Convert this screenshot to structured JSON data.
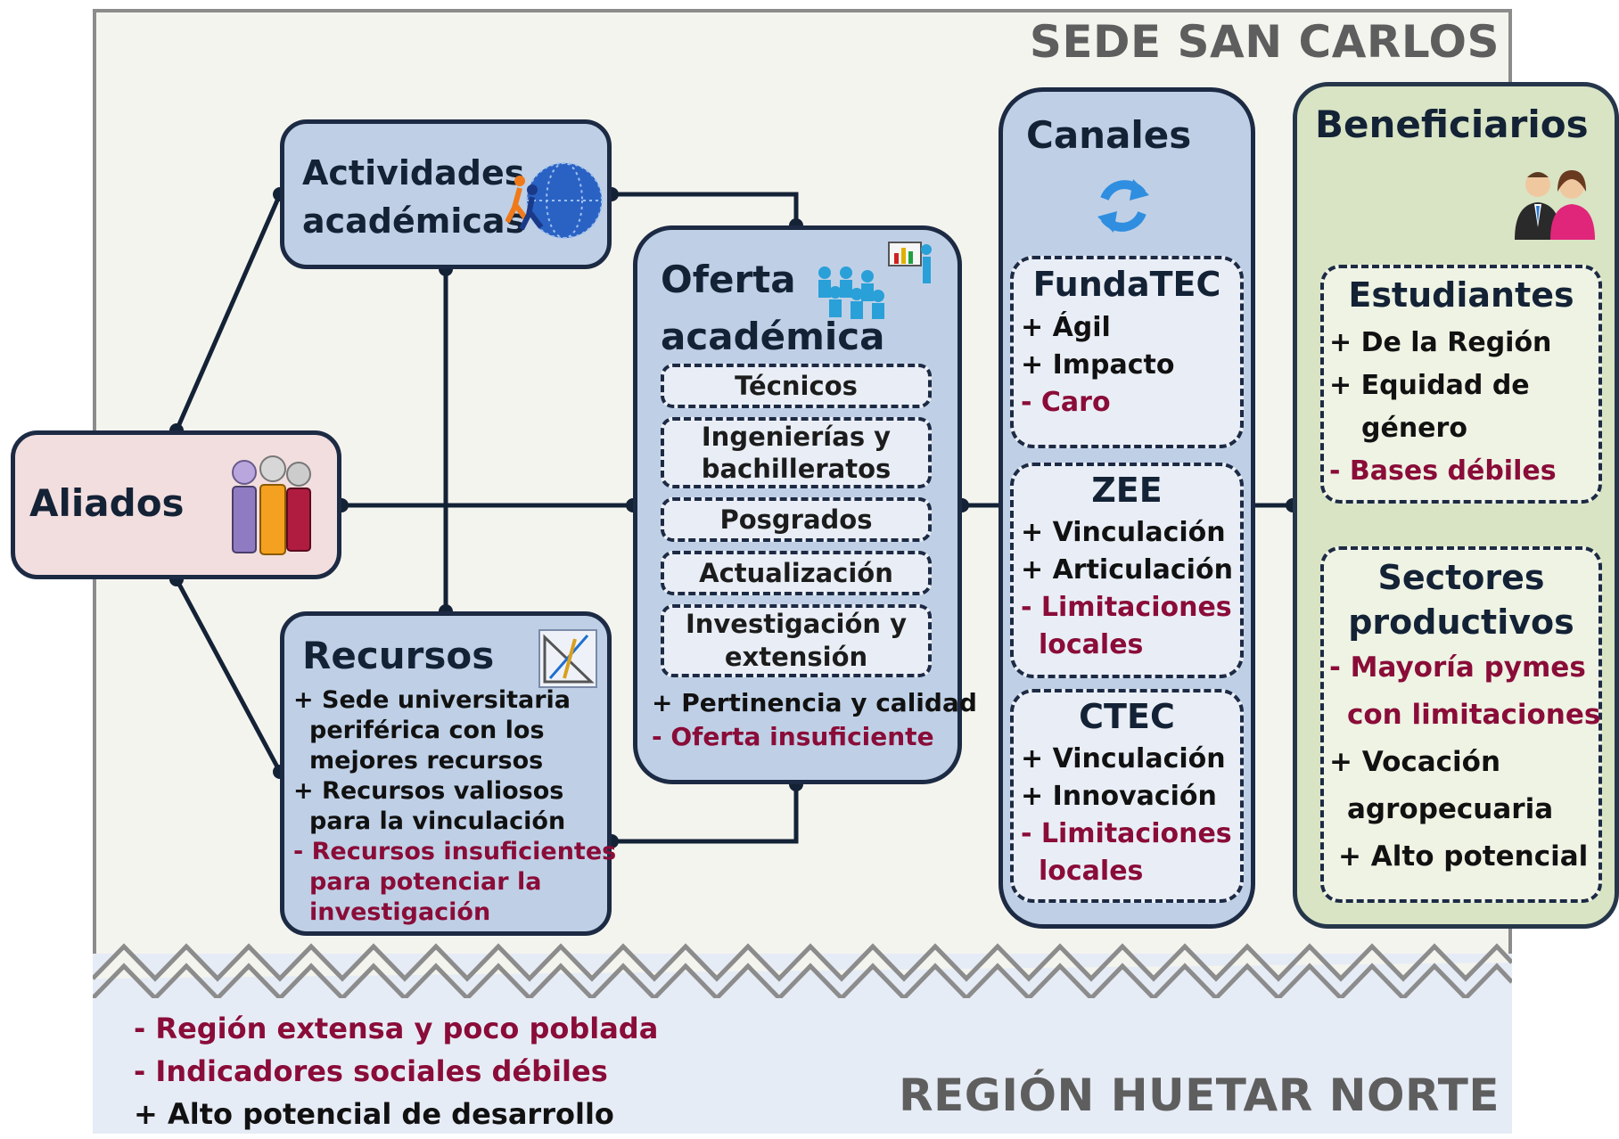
{
  "header": {
    "title": "SEDE SAN CARLOS"
  },
  "footer": {
    "title": "REGIÓN HUETAR NORTE",
    "items": [
      {
        "text": "- Región extensa y poco poblada",
        "type": "neg"
      },
      {
        "text": "- Indicadores sociales débiles",
        "type": "neg"
      },
      {
        "text": "+ Alto potencial de desarrollo",
        "type": "pos"
      }
    ]
  },
  "aliados": {
    "title": "Aliados",
    "icon": "people-group-icon"
  },
  "actividades": {
    "title_line1": "Actividades",
    "title_line2": "académicas",
    "icon": "globe-runners-icon"
  },
  "recursos": {
    "title": "Recursos",
    "icon": "drafting-tools-icon",
    "lines": [
      {
        "text": "+ Sede universitaria",
        "type": "pos"
      },
      {
        "text": "periférica con los",
        "type": "pos"
      },
      {
        "text": "mejores recursos",
        "type": "pos"
      },
      {
        "text": "+ Recursos valiosos",
        "type": "pos"
      },
      {
        "text": "para la vinculación",
        "type": "pos"
      },
      {
        "text": "- Recursos insuficientes",
        "type": "neg"
      },
      {
        "text": "para potenciar la",
        "type": "neg"
      },
      {
        "text": "investigación",
        "type": "neg"
      }
    ]
  },
  "oferta": {
    "title_line1": "Oferta",
    "title_line2": "académica",
    "icon": "classroom-presentation-icon",
    "items": [
      {
        "l1": "Técnicos",
        "l2": ""
      },
      {
        "l1": "Ingenierías y",
        "l2": "bachilleratos"
      },
      {
        "l1": "Posgrados",
        "l2": ""
      },
      {
        "l1": "Actualización",
        "l2": ""
      },
      {
        "l1": "Investigación y",
        "l2": "extensión"
      }
    ],
    "notes": [
      {
        "text": "+ Pertinencia y calidad",
        "type": "pos"
      },
      {
        "text": "- Oferta insuficiente",
        "type": "neg"
      }
    ]
  },
  "canales": {
    "title": "Canales",
    "icon": "refresh-arrows-icon",
    "groups": [
      {
        "title": "FundaTEC",
        "lines": [
          {
            "text": "+ Ágil",
            "type": "pos"
          },
          {
            "text": "+ Impacto",
            "type": "pos"
          },
          {
            "text": "- Caro",
            "type": "neg"
          }
        ]
      },
      {
        "title": "ZEE",
        "lines": [
          {
            "text": "+ Vinculación",
            "type": "pos"
          },
          {
            "text": "+ Articulación",
            "type": "pos"
          },
          {
            "text": "- Limitaciones",
            "type": "neg"
          },
          {
            "text": "locales",
            "type": "neg"
          }
        ]
      },
      {
        "title": "CTEC",
        "lines": [
          {
            "text": "+ Vinculación",
            "type": "pos"
          },
          {
            "text": "+ Innovación",
            "type": "pos"
          },
          {
            "text": "- Limitaciones",
            "type": "neg"
          },
          {
            "text": "locales",
            "type": "neg"
          }
        ]
      }
    ]
  },
  "beneficiarios": {
    "title": "Beneficiarios",
    "icon": "business-people-icon",
    "estudiantes": {
      "title": "Estudiantes",
      "lines": [
        {
          "text": "+ De la Región",
          "type": "pos"
        },
        {
          "text": "+ Equidad de",
          "type": "pos"
        },
        {
          "text": "género",
          "type": "pos"
        },
        {
          "text": "- Bases débiles",
          "type": "neg"
        }
      ]
    },
    "sectores": {
      "title_line1": "Sectores",
      "title_line2": "productivos",
      "lines": [
        {
          "text": "- Mayoría pymes",
          "type": "neg"
        },
        {
          "text": "con limitaciones",
          "type": "neg"
        },
        {
          "text": "+ Vocación",
          "type": "pos"
        },
        {
          "text": "agropecuaria",
          "type": "pos"
        },
        {
          "text": "+ Alto potencial",
          "type": "pos"
        }
      ]
    }
  },
  "colors": {
    "border": "#1d2a44",
    "negative": "#8a0c38",
    "blue_box": "#bfd0e6",
    "green_box": "#d8e4c4",
    "pink_box": "#f2dedf"
  }
}
